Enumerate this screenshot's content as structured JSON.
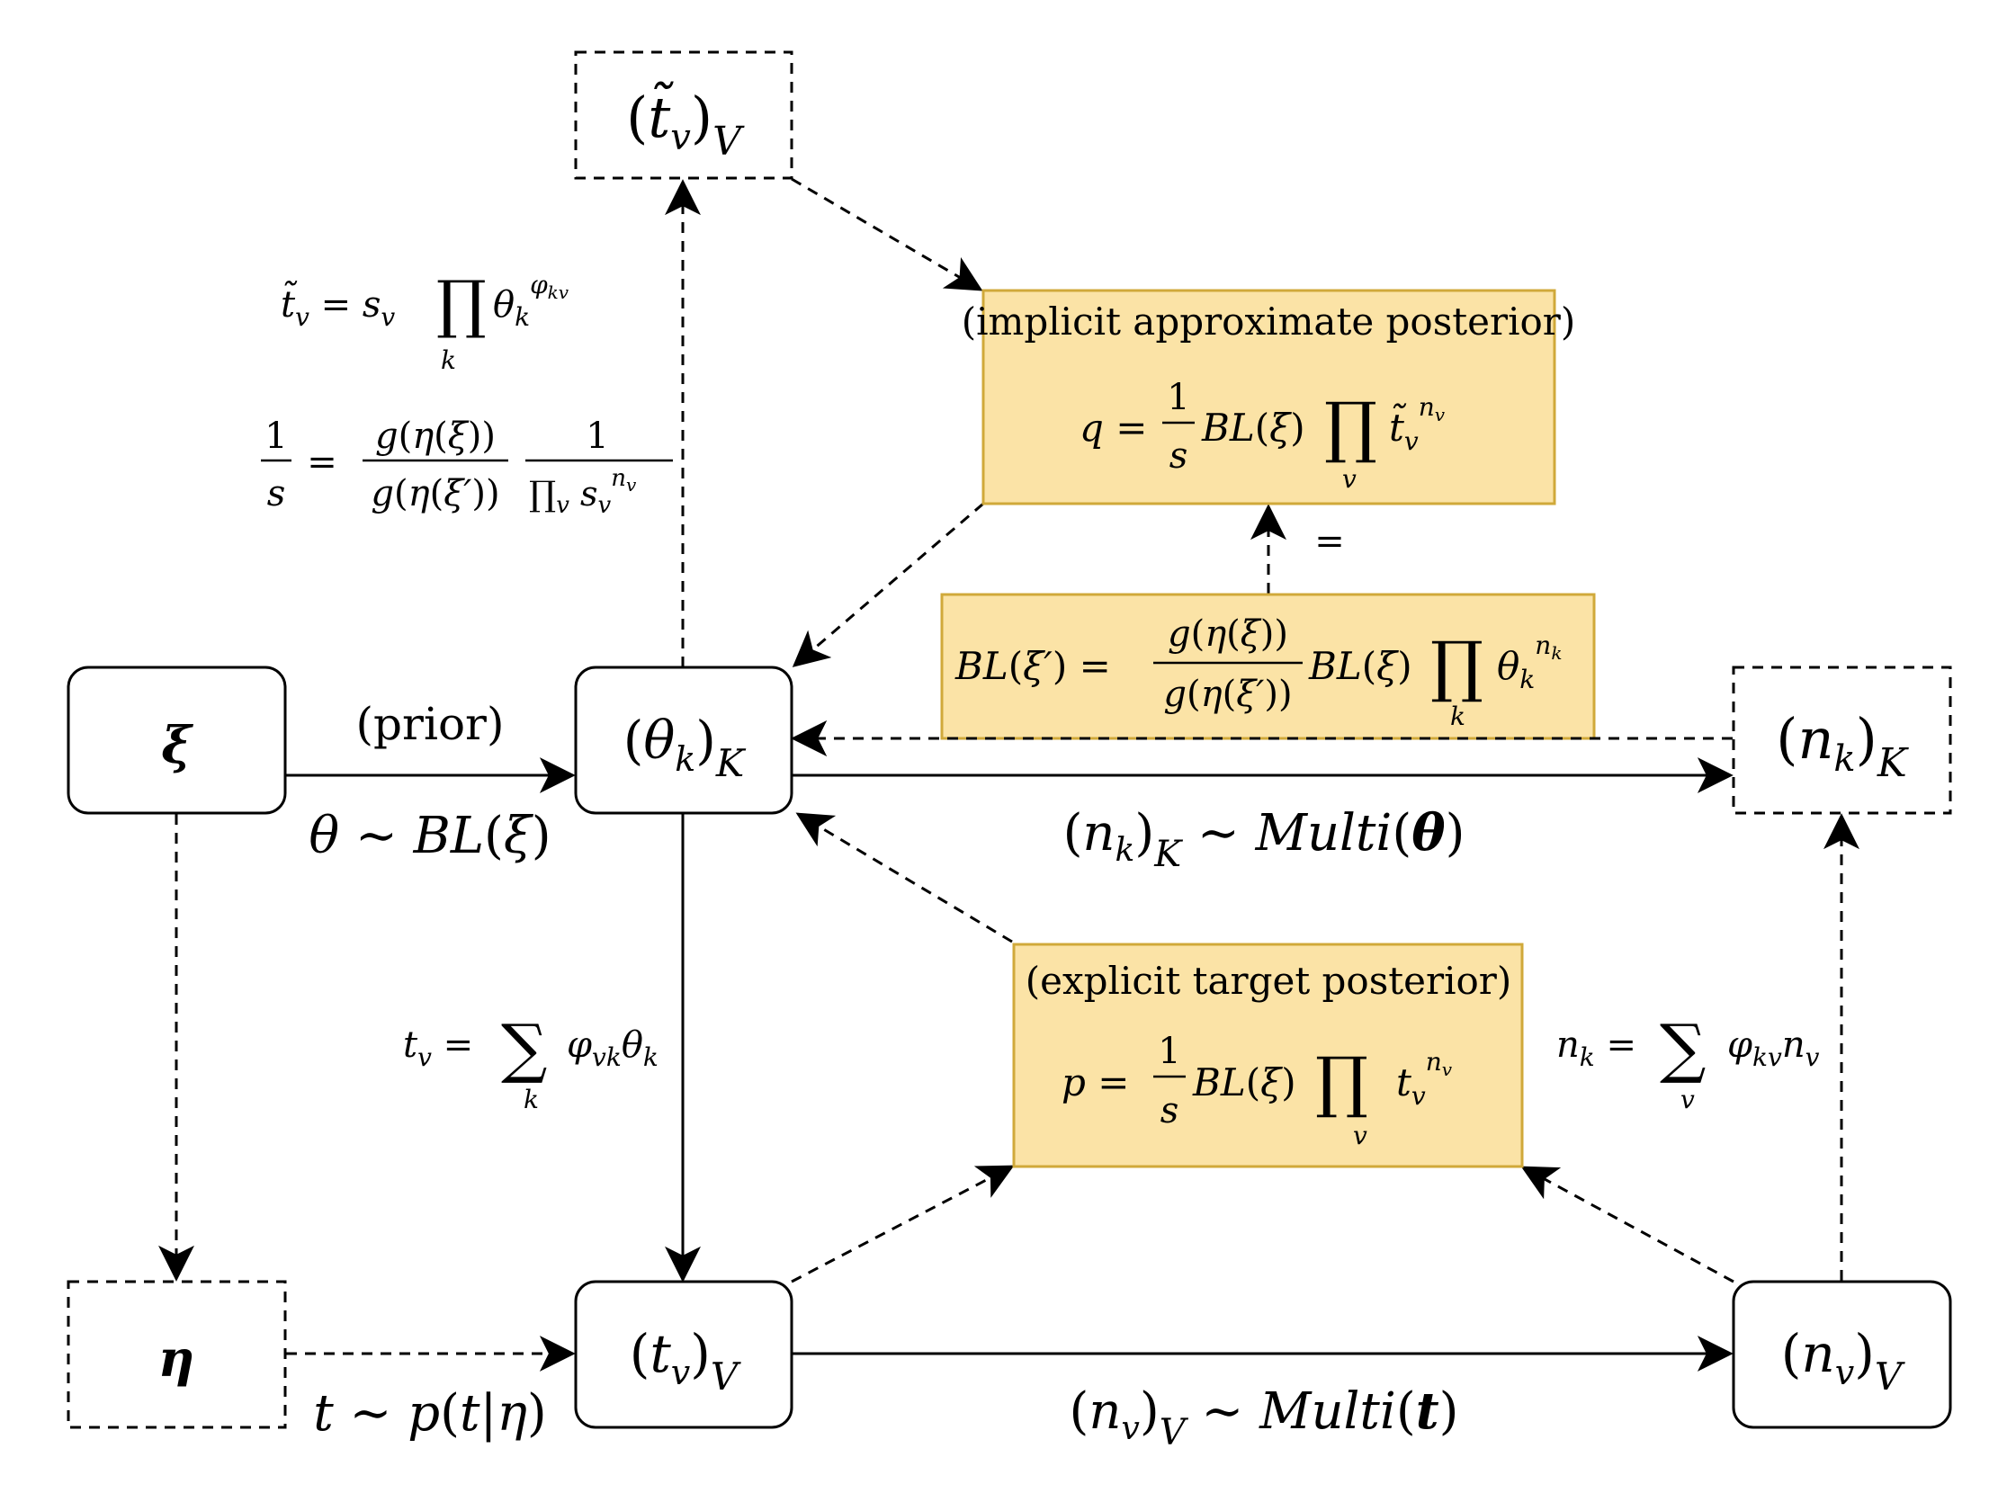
{
  "colors": {
    "box_fill": "#ffffff",
    "box_stroke": "#000000",
    "posterior_fill": "#fbe3a6",
    "posterior_stroke": "#d0a93a",
    "edge": "#000000"
  },
  "nodes": {
    "xi": "ξ",
    "eta": "η",
    "theta_K": "(θ_k)_K",
    "t_V": "(t_v)_V",
    "n_K": "(n_k)_K",
    "n_V": "(n_v)_V",
    "ttilde_V": "(t̃_v)_V"
  },
  "edge_labels": {
    "prior_tag": "(prior)",
    "prior_formula": "θ ∼ BL(ξ)",
    "t_formula": "t ∼ p(t|η)",
    "nk_multi": "(n_k)_K ∼ Multi(θ)",
    "nv_multi": "(n_v)_V ∼ Multi(t)",
    "equals_tag": "="
  },
  "equations": {
    "ttilde_def": "t̃_v = s_v ∏_k θ_k^{φ_kv}",
    "s_def": "1/s = g(η(ξ)) / g(η(ξ′)) · 1 / ∏_v s_v^{n_v}",
    "t_def": "t_v = ∑_k φ_vk θ_k",
    "nk_def": "n_k = ∑_v φ_kv n_v",
    "bl_update": "BL(ξ′) = g(η(ξ)) / g(η(ξ′)) · BL(ξ) ∏_k θ_k^{n_k}"
  },
  "posteriors": {
    "implicit_title": "(implicit approximate posterior)",
    "implicit_formula": "q = 1/s BL(ξ) ∏_v t̃_v^{n_v}",
    "explicit_title": "(explicit target posterior)",
    "explicit_formula": "p = 1/s BL(ξ) ∏_v t_v^{n_v}"
  }
}
